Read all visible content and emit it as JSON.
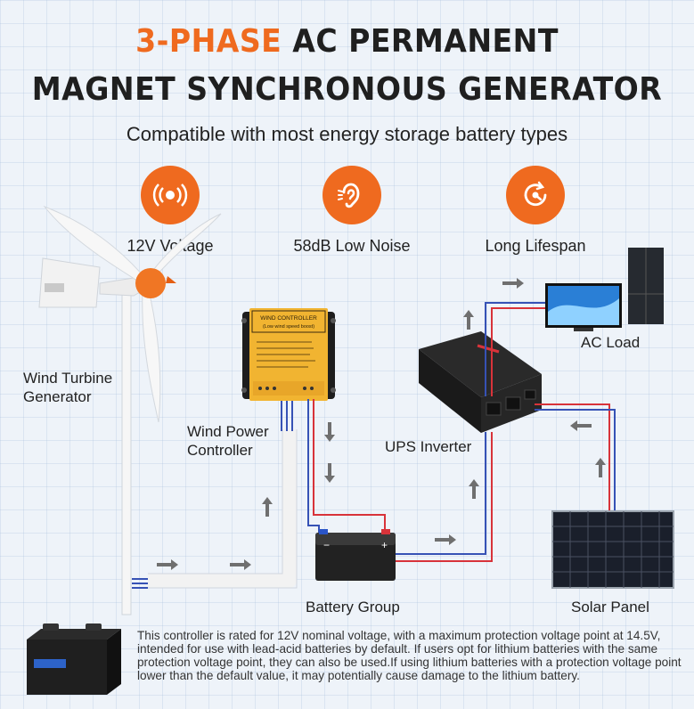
{
  "header": {
    "title_accent": "3-PHASE",
    "title_line1_rest": " AC PERMANENT",
    "title_line2": "MAGNET SYNCHRONOUS GENERATOR",
    "subtitle": "Compatible with most energy storage battery types"
  },
  "features": [
    {
      "label": "12V Voltage",
      "icon": "vibration-icon"
    },
    {
      "label": "58dB Low Noise",
      "icon": "ear-icon"
    },
    {
      "label": "Long Lifespan",
      "icon": "cycle-icon"
    }
  ],
  "components": {
    "wind_turbine": "Wind Turbine\nGenerator",
    "wind_controller": "Wind Power\nController",
    "ups_inverter": "UPS Inverter",
    "ac_load": "AC Load",
    "battery_group": "Battery Group",
    "solar_panel": "Solar Panel"
  },
  "controller_plate": {
    "title": "WIND CONTROLLER",
    "subtitle": "(Low wind speed boost)"
  },
  "note": "This controller is rated for 12V nominal voltage, with a maximum protection voltage point at 14.5V, intended for use with lead-acid batteries by default. If users opt for lithium batteries with the same protection voltage point, they can also be used.If using lithium batteries with a protection voltage point lower than the default value, it may potentially cause damage to the lithium battery.",
  "colors": {
    "accent": "#ef6a1f",
    "wire_red": "#d8333a",
    "wire_blue": "#3652b5",
    "arrow": "#6f6f6f"
  }
}
